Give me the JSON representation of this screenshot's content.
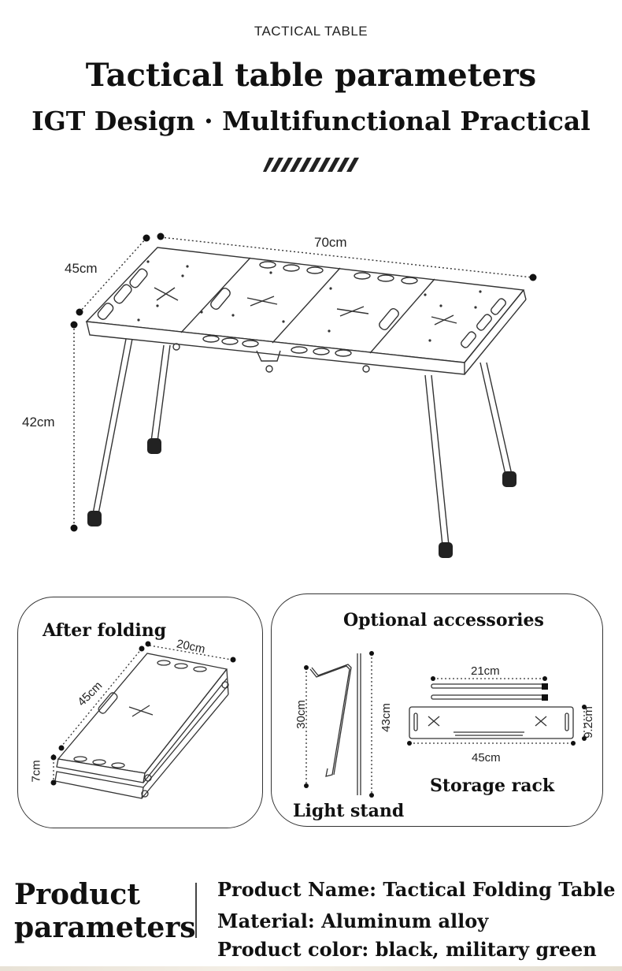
{
  "header": {
    "kicker": "TACTICAL TABLE",
    "title": "Tactical table parameters",
    "subtitle": "IGT Design  ·  Multifunctional Practical"
  },
  "main_diagram": {
    "length_label": "70cm",
    "width_label": "45cm",
    "height_label": "42cm"
  },
  "folding_panel": {
    "title": "After folding",
    "width_label": "20cm",
    "length_label": "45cm",
    "height_label": "7cm"
  },
  "accessories_panel": {
    "title": "Optional accessories",
    "light_stand": {
      "name": "Light stand",
      "height_label": "30cm",
      "pole_label": "43cm"
    },
    "storage_rack": {
      "name": "Storage rack",
      "rod_label": "21cm",
      "length_label": "45cm",
      "width_label": "9.2cm"
    }
  },
  "product_parameters": {
    "title_line1": "Product",
    "title_line2": "parameters",
    "name": "Product Name: Tactical Folding Table",
    "material": "Material: Aluminum alloy",
    "color": "Product color: black, military green"
  }
}
